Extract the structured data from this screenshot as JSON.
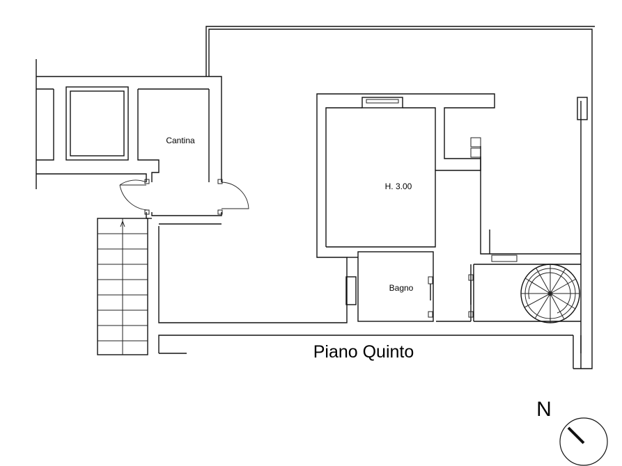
{
  "plan": {
    "rooms": [
      {
        "id": "cantina",
        "label": "Cantina"
      },
      {
        "id": "main",
        "label": "H. 3.00"
      },
      {
        "id": "bagno",
        "label": "Bagno"
      }
    ],
    "floor_title": "Piano Quinto",
    "north_label": "N"
  }
}
